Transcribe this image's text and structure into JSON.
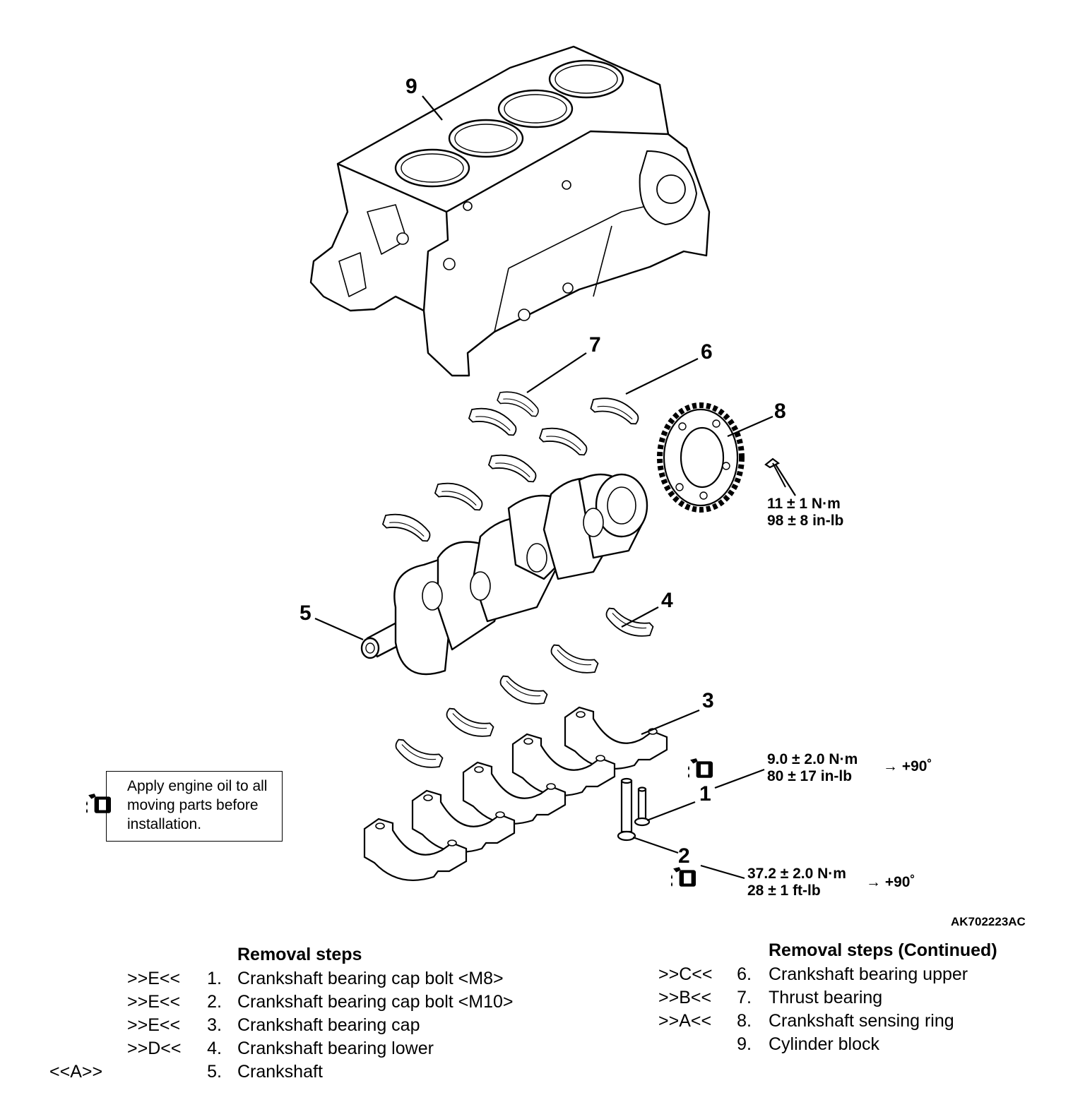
{
  "callouts": {
    "c1": "1",
    "c2": "2",
    "c3": "3",
    "c4": "4",
    "c5": "5",
    "c6": "6",
    "c7": "7",
    "c8": "8",
    "c9": "9"
  },
  "torque": {
    "sensing_ring_bolt": {
      "metric": "11 ± 1 N·m",
      "imperial": "98 ± 8 in-lb"
    },
    "cap_bolt_m8": {
      "metric": "9.0 ± 2.0 N·m",
      "imperial": "80 ± 17 in-lb",
      "angle": "→ +90˚"
    },
    "cap_bolt_m10": {
      "metric": "37.2 ± 2.0 N·m",
      "imperial": "28 ± 1 ft-lb",
      "angle": "→ +90˚"
    }
  },
  "figure_code": "AK702223AC",
  "note": "Apply engine oil to all moving parts before installation.",
  "removal_steps": {
    "title": "Removal steps",
    "continued_title": "Removal steps (Continued)",
    "left": [
      {
        "code": ">>E<<",
        "num": "1.",
        "name": "Crankshaft bearing cap bolt <M8>"
      },
      {
        "code": ">>E<<",
        "num": "2.",
        "name": "Crankshaft bearing cap bolt <M10>"
      },
      {
        "code": ">>E<<",
        "num": "3.",
        "name": "Crankshaft bearing cap"
      },
      {
        "code": ">>D<<",
        "num": "4.",
        "name": "Crankshaft bearing lower"
      },
      {
        "code": "<<A>>",
        "num": "5.",
        "name": "Crankshaft"
      }
    ],
    "right": [
      {
        "code": ">>C<<",
        "num": "6.",
        "name": "Crankshaft bearing upper"
      },
      {
        "code": ">>B<<",
        "num": "7.",
        "name": "Thrust bearing"
      },
      {
        "code": ">>A<<",
        "num": "8.",
        "name": "Crankshaft sensing ring"
      },
      {
        "code": "",
        "num": "9.",
        "name": "Cylinder block"
      }
    ]
  },
  "icons": [
    "oil-can-icon"
  ]
}
